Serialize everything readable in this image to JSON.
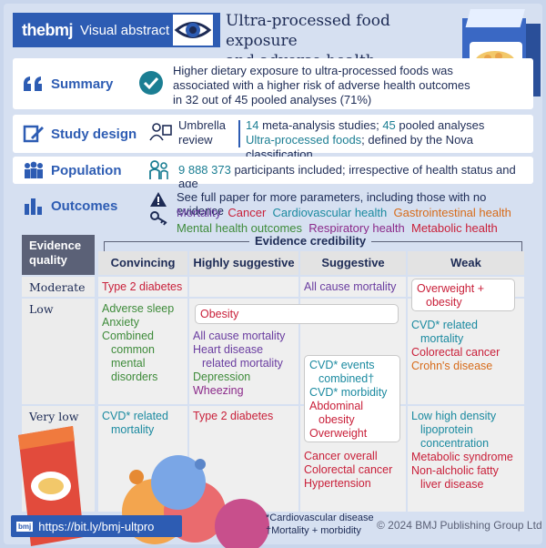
{
  "header": {
    "brand_logo_bold": "thebmj",
    "brand_subtitle": "Visual abstract",
    "title_line1": "Ultra-processed food exposure",
    "title_line2": "and adverse health outcomes"
  },
  "summary": {
    "label": "Summary",
    "line1": "Higher dietary exposure to ultra-processed foods was",
    "line2": "associated with a higher risk of adverse health outcomes",
    "line3": "in 32 out of 45 pooled analyses (71%)"
  },
  "study_design": {
    "label": "Study design",
    "type_line1": "Umbrella",
    "type_line2": "review",
    "meta_num": "14",
    "meta_text": " meta-analysis studies; ",
    "pooled_num": "45",
    "pooled_text": " pooled analyses",
    "upf_term": "Ultra-processed foods",
    "upf_def": "; defined by the Nova classification"
  },
  "population": {
    "label": "Population",
    "count": "9 888 373",
    "text": " participants included; irrespective of health status and age"
  },
  "outcomes": {
    "label": "Outcomes",
    "note": "See full paper for more parameters, including those with no evidence",
    "mortality": "Mortality",
    "cancer": "Cancer",
    "cardio": "Cardiovascular health",
    "gastro": "Gastrointestinal health",
    "mental": "Mental health outcomes",
    "resp": "Respiratory health",
    "metabolic": "Metabolic health"
  },
  "table": {
    "evidence_quality_line1": "Evidence",
    "evidence_quality_line2": "quality",
    "credibility_title": "Evidence credibility",
    "columns": [
      "Convincing",
      "Highly suggestive",
      "Suggestive",
      "Weak"
    ],
    "rows": [
      "Moderate",
      "Low",
      "Very low"
    ],
    "moderate_convincing": "Type 2 diabetes",
    "moderate_suggestive": "All cause mortality",
    "moderate_weak_l1": "Overweight +",
    "moderate_weak_l2": "obesity",
    "low_convincing": [
      "Adverse sleep",
      "Anxiety",
      "Combined",
      "common",
      "mental",
      "disorders"
    ],
    "low_highly_obesity": "Obesity",
    "low_highly": [
      "All cause mortality",
      "Heart disease",
      "related mortality",
      "Depression",
      "Wheezing"
    ],
    "low_suggestive": [
      "CVD* events",
      "combined†",
      "CVD* morbidity",
      "Abdominal",
      "obesity",
      "Overweight"
    ],
    "low_weak": [
      "CVD* related",
      "mortality",
      "Colorectal cancer",
      "Crohn's disease"
    ],
    "verylow_convincing": [
      "CVD* related",
      "mortality"
    ],
    "verylow_highly": "Type 2 diabetes",
    "verylow_suggestive": [
      "Cancer overall",
      "Colorectal cancer",
      "Hypertension"
    ],
    "verylow_weak": [
      "Low high density",
      "lipoprotein",
      "concentration",
      "Metabolic syndrome",
      "Non-alcholic fatty",
      "liver disease"
    ]
  },
  "footer": {
    "bmj_tag": "bmj",
    "link": "https://bit.ly/bmj-ultpro",
    "footnote1": "*Cardiovascular disease",
    "footnote2": "†Mortality + morbidity",
    "copyright": "© 2024 BMJ Publishing Group Ltd"
  },
  "colors": {
    "brand_blue": "#2d5cb3",
    "red": "#c9203a",
    "teal": "#1b7e93",
    "purple": "#6a3da0",
    "green": "#3e8b3a",
    "orange": "#d76b1a"
  }
}
